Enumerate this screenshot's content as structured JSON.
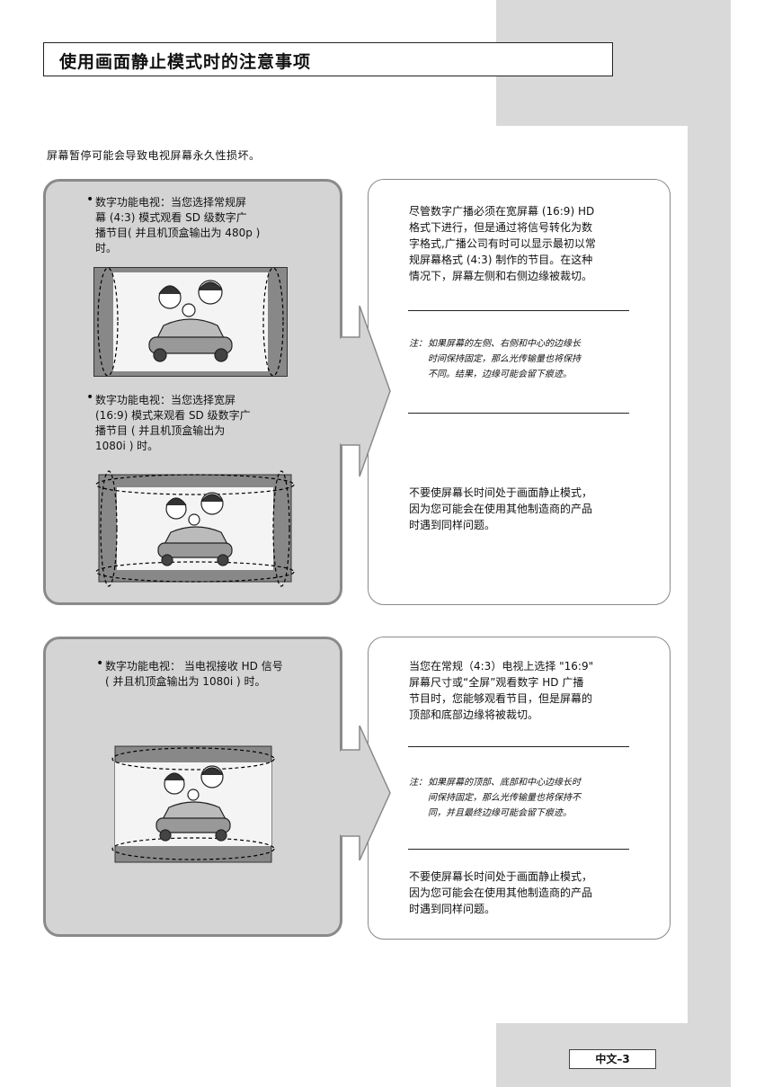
{
  "title": "使用画面静止模式时的注意事项",
  "intro": "屏幕暂停可能会导致电视屏幕永久性损坏。",
  "section1": {
    "bullet1": "数字功能电视：当您选择常规屏\n幕 (4:3) 模式观看 SD 级数字广\n播节目( 并且机顶盒输出为 480p )\n时。",
    "bullet2": "数字功能电视：当您选择宽屏\n(16:9) 模式来观看 SD 级数字广\n播节目 ( 并且机顶盒输出为\n1080i ) 时。",
    "para1": "尽管数字广播必须在宽屏幕 (16:9) HD\n格式下进行，但是通过将信号转化为数\n字格式,广播公司有时可以显示最初以常\n规屏幕格式 (4:3) 制作的节目。在这种\n情况下，屏幕左侧和右侧边缘被裁切。",
    "note_label": "注：",
    "note": "如果屏幕的左侧、右侧和中心的边缘长\n时间保持固定，那么光传输量也将保持\n不同。结果，边缘可能会留下痕迹。",
    "para2": "不要使屏幕长时间处于画面静止模式，\n因为您可能会在使用其他制造商的产品\n时遇到同样问题。"
  },
  "section2": {
    "bullet1": "数字功能电视： 当电视接收 HD 信号\n( 并且机顶盒输出为 1080i ) 时。",
    "para1": "当您在常规（4:3）电视上选择 \"16:9\"\n屏幕尺寸或“全屏”观看数字 HD 广播\n节目时，您能够观看节目，但是屏幕的\n顶部和底部边缘将被裁切。",
    "note_label": "注：",
    "note": "如果屏幕的顶部、底部和中心边缘长时\n间保持固定，那么光传输量也将保持不\n同，并且最终边缘可能会留下痕迹。",
    "para2": "不要使屏幕长时间处于画面静止模式，\n因为您可能会在使用其他制造商的产品\n时遇到同样问题。"
  },
  "page_number": "中文–3",
  "colors": {
    "panel_gray": "#d4d4d4",
    "sidebar_gray": "#d9d9d9",
    "border_gray": "#8a8a8a"
  }
}
